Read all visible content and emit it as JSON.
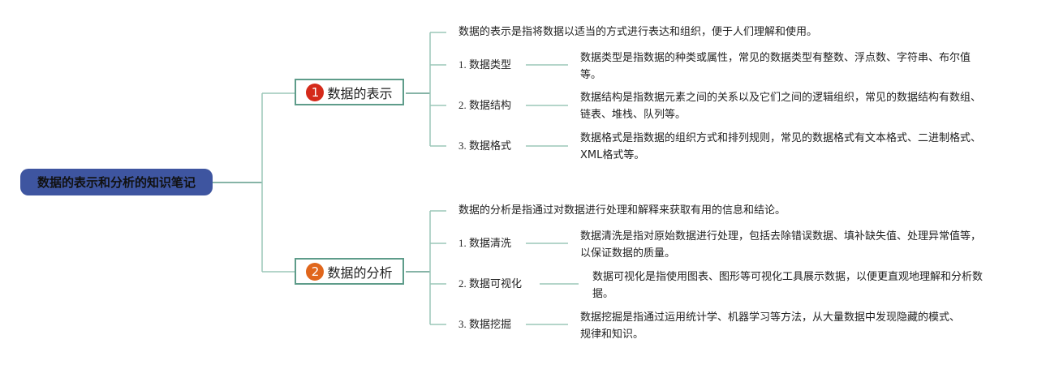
{
  "root": {
    "title": "数据的表示和分析的知识笔记"
  },
  "colors": {
    "root": "#3e55a0",
    "badge1": "#d42a1a",
    "badge2": "#e0661c",
    "line": "#8fbfb0"
  },
  "branches": [
    {
      "number": "1",
      "title": "数据的表示",
      "summary": "数据的表示是指将数据以适当的方式进行表达和组织，便于人们理解和使用。",
      "items": [
        {
          "label": "1. 数据类型",
          "desc": "数据类型是指数据的种类或属性，常见的数据类型有整数、浮点数、字符串、布尔值等。"
        },
        {
          "label": "2. 数据结构",
          "desc": "数据结构是指数据元素之间的关系以及它们之间的逻辑组织，常见的数据结构有数组、链表、堆栈、队列等。"
        },
        {
          "label": "3. 数据格式",
          "desc": "数据格式是指数据的组织方式和排列规则，常见的数据格式有文本格式、二进制格式、XML格式等。"
        }
      ]
    },
    {
      "number": "2",
      "title": "数据的分析",
      "summary": "数据的分析是指通过对数据进行处理和解释来获取有用的信息和结论。",
      "items": [
        {
          "label": "1. 数据清洗",
          "desc": "数据清洗是指对原始数据进行处理，包括去除错误数据、填补缺失值、处理异常值等，以保证数据的质量。"
        },
        {
          "label": "2. 数据可视化",
          "desc": "数据可视化是指使用图表、图形等可视化工具展示数据，以便更直观地理解和分析数据。"
        },
        {
          "label": "3. 数据挖掘",
          "desc": "数据挖掘是指通过运用统计学、机器学习等方法，从大量数据中发现隐藏的模式、规律和知识。"
        }
      ]
    }
  ]
}
